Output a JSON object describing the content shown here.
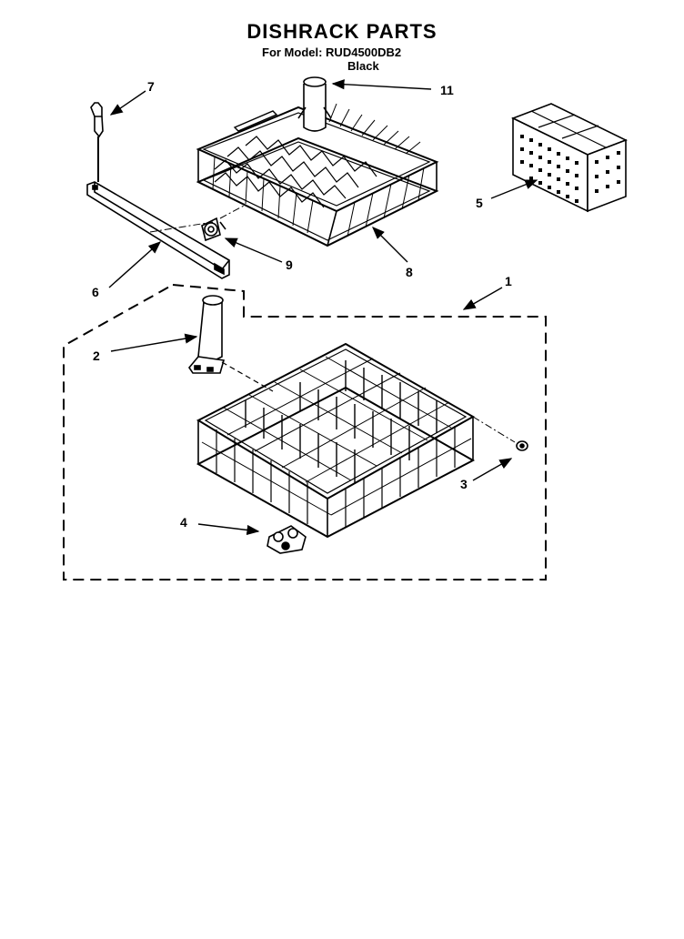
{
  "header": {
    "title": "DISHRACK PARTS",
    "model_line": "For Model: RUD4500DB2",
    "color_line": "Black"
  },
  "callouts": [
    "1",
    "2",
    "3",
    "4",
    "5",
    "6",
    "7",
    "8",
    "9",
    "11"
  ],
  "colors": {
    "ink": "#000000",
    "paper": "#ffffff"
  }
}
